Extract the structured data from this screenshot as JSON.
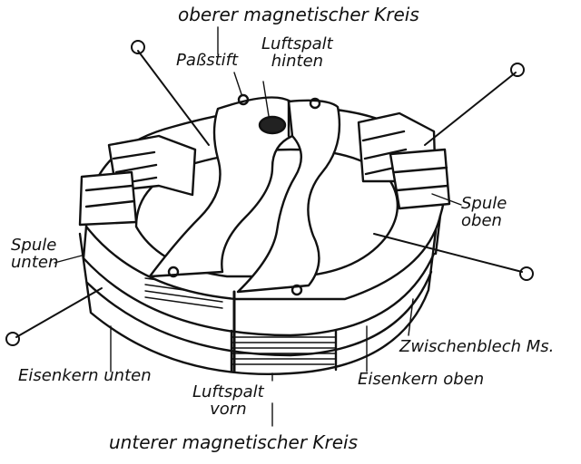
{
  "labels": {
    "top": "oberer magnetischer Kreis",
    "passstift": "Paßstift",
    "luftspalt_hinten_1": "Luftspalt",
    "luftspalt_hinten_2": "hinten",
    "spule_unten_1": "Spule",
    "spule_unten_2": "unten",
    "spule_oben_1": "Spule",
    "spule_oben_2": "oben",
    "zwischenblech": "Zwischenblech Ms.",
    "eisenkern_unten": "Eisenkern unten",
    "eisenkern_oben": "Eisenkern oben",
    "luftspalt_vorn_1": "Luftspalt",
    "luftspalt_vorn_2": "vorn",
    "bottom": "unterer magnetischer Kreis"
  }
}
